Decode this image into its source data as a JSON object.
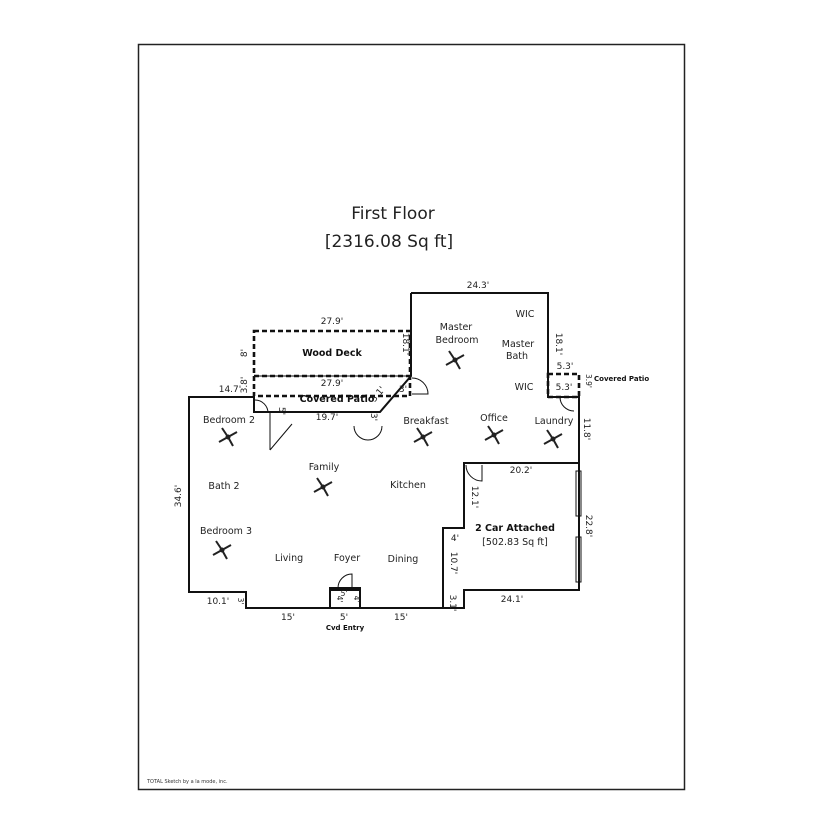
{
  "title": "First Floor",
  "subtitle": "[2316.08 Sq ft]",
  "rooms": {
    "wood_deck": "Wood Deck",
    "covered_patio": "Covered Patio",
    "covered_patio_small": "Covered Patio",
    "master_bedroom_1": "Master",
    "master_bedroom_2": "Bedroom",
    "master_bath_1": "Master",
    "master_bath_2": "Bath",
    "wic_top": "WIC",
    "wic_bottom": "WIC",
    "bedroom2": "Bedroom 2",
    "breakfast": "Breakfast",
    "office": "Office",
    "laundry": "Laundry",
    "family": "Family",
    "bath2": "Bath 2",
    "kitchen": "Kitchen",
    "bedroom3": "Bedroom 3",
    "living": "Living",
    "foyer": "Foyer",
    "dining": "Dining",
    "garage": "2 Car Attached",
    "garage_area": "[502.83 Sq ft]",
    "cvd_entry": "Cvd Entry"
  },
  "dimensions": {
    "top_master": "24.3'",
    "deck_top": "27.9'",
    "deck_left": "8'",
    "deck_right": "18.1'",
    "patio_top": "27.9'",
    "patio_left": "3.8'",
    "patio_angle": "3.1'",
    "patio_3a": "3'",
    "patio_3b": "3'",
    "patio_5": "5'",
    "patio_bottom": "19.7'",
    "left_top": "14.7'",
    "master_right": "18.1'",
    "small_patio_top": "5.3'",
    "small_patio_bottom": "5.3'",
    "small_patio_side": "3.9'",
    "laundry_right": "11.8'",
    "garage_top": "20.2'",
    "garage_left": "12.1'",
    "garage_right": "22.8'",
    "garage_bottom": "24.1'",
    "step_4": "4'",
    "step_107": "10.7'",
    "step_31": "3.1'",
    "left_side": "34.6'",
    "bottom_left": "10.1'",
    "bottom_left_3": "3'",
    "bottom_15a": "15'",
    "bottom_5": "5'",
    "bottom_15b": "15'",
    "entry_top": "5'",
    "entry_left": "4'",
    "entry_right": "4'"
  },
  "footer": "TOTAL Sketch by a la mode, inc."
}
